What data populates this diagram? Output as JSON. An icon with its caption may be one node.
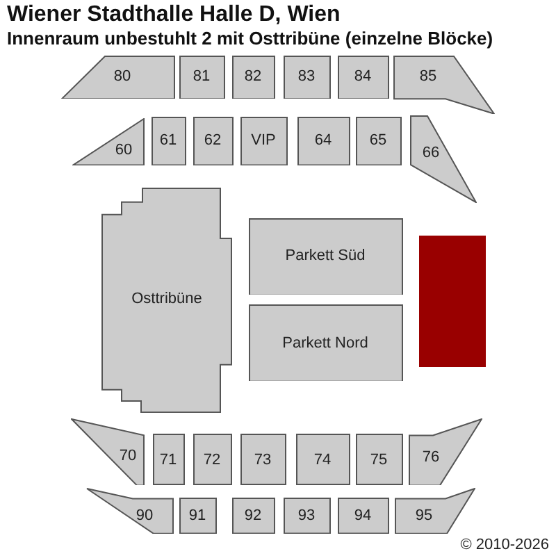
{
  "diagram": {
    "title": "Wiener Stadthalle Halle D, Wien",
    "nodes": [
      {
        "text": [
          "80"
        ]
      },
      {
        "text": [
          "81"
        ]
      },
      {
        "text": [
          "82"
        ]
      },
      {
        "text": [
          "83"
        ]
      },
      {
        "text": [
          "84"
        ]
      },
      {
        "text": [
          "85"
        ]
      },
      {
        "text": [
          "60"
        ]
      },
      {
        "text": [
          "61"
        ]
      },
      {
        "text": [
          "62"
        ]
      },
      {
        "text": [
          "VIP"
        ]
      },
      {
        "text": [
          "64"
        ]
      },
      {
        "text": [
          "65"
        ]
      },
      {
        "text": [
          "66"
        ]
      },
      {
        "text": [
          "Osttribüne"
        ]
      },
      {
        "text": [
          "Parkett Süd"
        ]
      },
      {
        "text": [
          "Parkett Nord"
        ]
      },
      {
        "text": [],
        "shape": "box"
      },
      {
        "text": [
          "70"
        ]
      },
      {
        "text": [
          "71"
        ]
      },
      {
        "text": [
          "72"
        ]
      },
      {
        "text": [
          "73"
        ]
      },
      {
        "text": [
          "74"
        ]
      },
      {
        "text": [
          "75"
        ]
      },
      {
        "text": [
          "76"
        ]
      },
      {
        "text": [
          "90"
        ]
      },
      {
        "text": [
          "91"
        ]
      },
      {
        "text": [
          "92"
        ]
      },
      {
        "text": [
          "93"
        ]
      },
      {
        "text": [
          "94"
        ]
      },
      {
        "text": [
          "95"
        ]
      }
    ],
    "labels": [
      "Innenraum unbestuhlt 2 mit Osttribüne (einzelne Blöcke)",
      "© 2010-2026"
    ]
  }
}
